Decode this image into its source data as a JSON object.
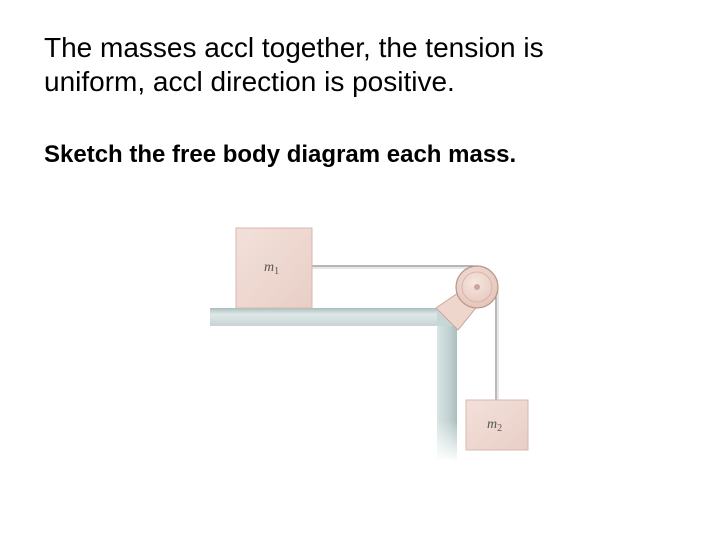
{
  "slide": {
    "title_line1": "The masses accl together, the tension is",
    "title_line2": "uniform, accl direction is positive.",
    "instruction": "Sketch the free body diagram each mass."
  },
  "diagram": {
    "mass1": {
      "symbol": "m",
      "subscript": "1"
    },
    "mass2": {
      "symbol": "m",
      "subscript": "2"
    }
  },
  "colors": {
    "block_fill": "#efd8d0",
    "block_edge": "#c9a79c",
    "table_top": "#d0dcdc",
    "table_side": "#b7caca",
    "rope": "#8a8a8a",
    "pulley": "#f0d8d0"
  }
}
